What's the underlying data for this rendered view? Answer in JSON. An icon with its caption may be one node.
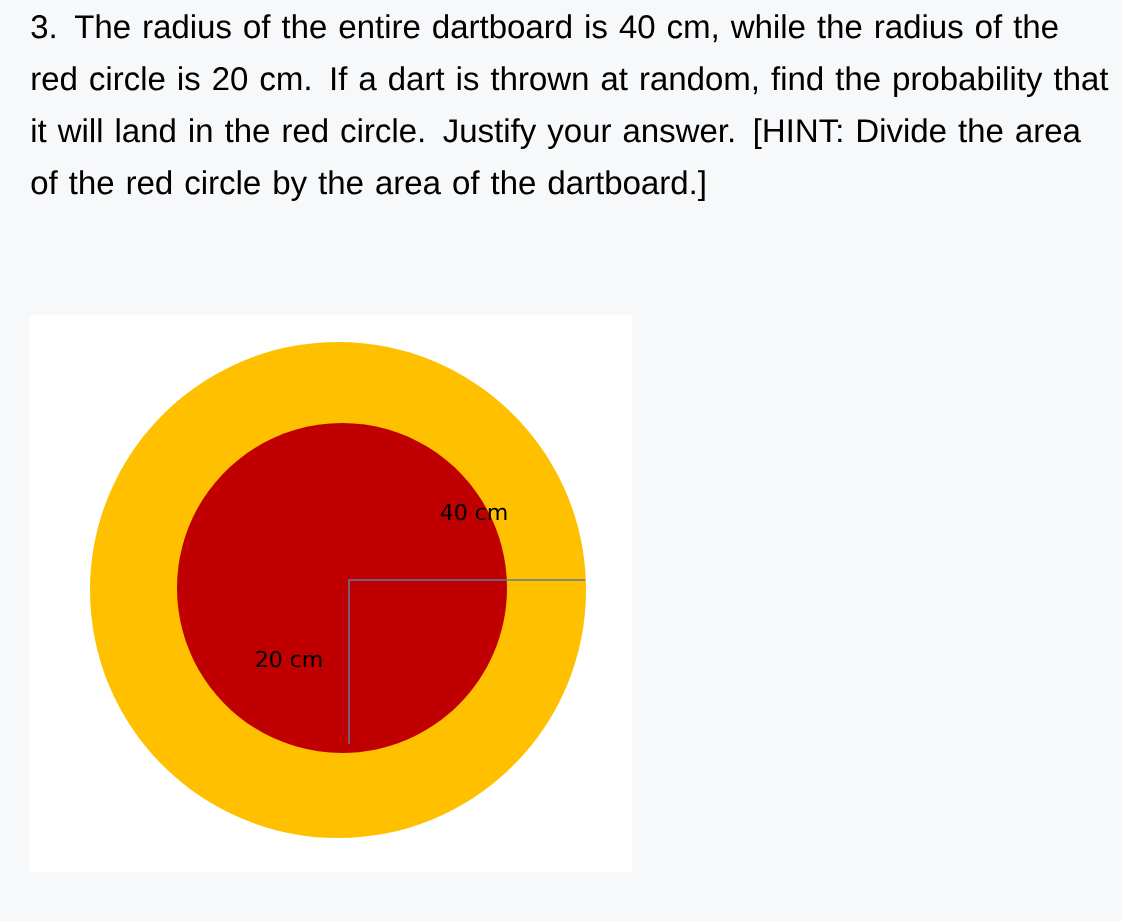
{
  "diagram": {
    "title": "3. The radius of the entire dartboard is 40 cm, while the radius of the red circle is 20 cm. If a dart is thrown at random, find the probability that it will land in the red circle. Justify your answer. [HINT: Divide the area of the red circle by the area of the dartboard.]",
    "labels": [
      "40 cm",
      "20 cm"
    ]
  }
}
